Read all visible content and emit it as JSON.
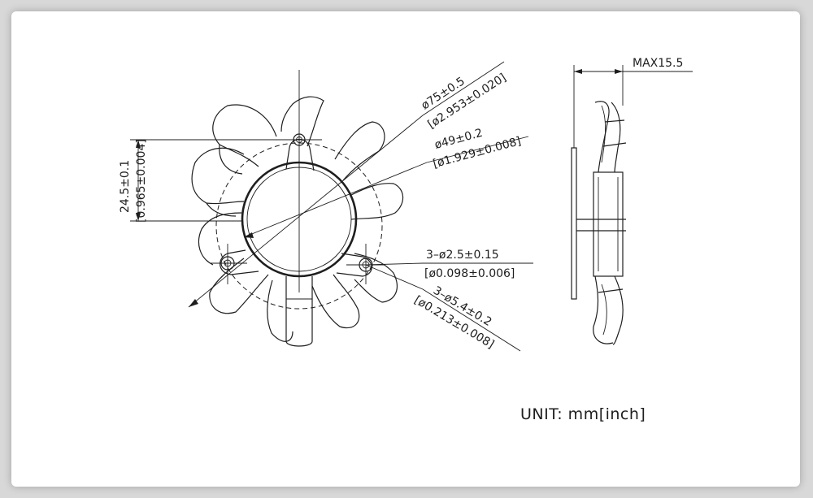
{
  "front_view": {
    "outer_diameter": {
      "mm": "ø75±0.5",
      "inch": "[ø2.953±0.020]"
    },
    "hub_diameter": {
      "mm": "ø49±0.2",
      "inch": "[ø1.929±0.008]"
    },
    "hole_spacing": {
      "mm": "24.5±0.1",
      "inch": "[0.965±0.004]"
    },
    "hole_diameter": {
      "mm": "3–ø2.5±0.15",
      "inch": "[ø0.098±0.006]"
    },
    "boss_diameter": {
      "mm": "3–ø5.4±0.2",
      "inch": "[ø0.213±0.008]"
    }
  },
  "side_view": {
    "max_thickness": "MAX15.5"
  },
  "unit_note": "UNIT: mm[inch]"
}
